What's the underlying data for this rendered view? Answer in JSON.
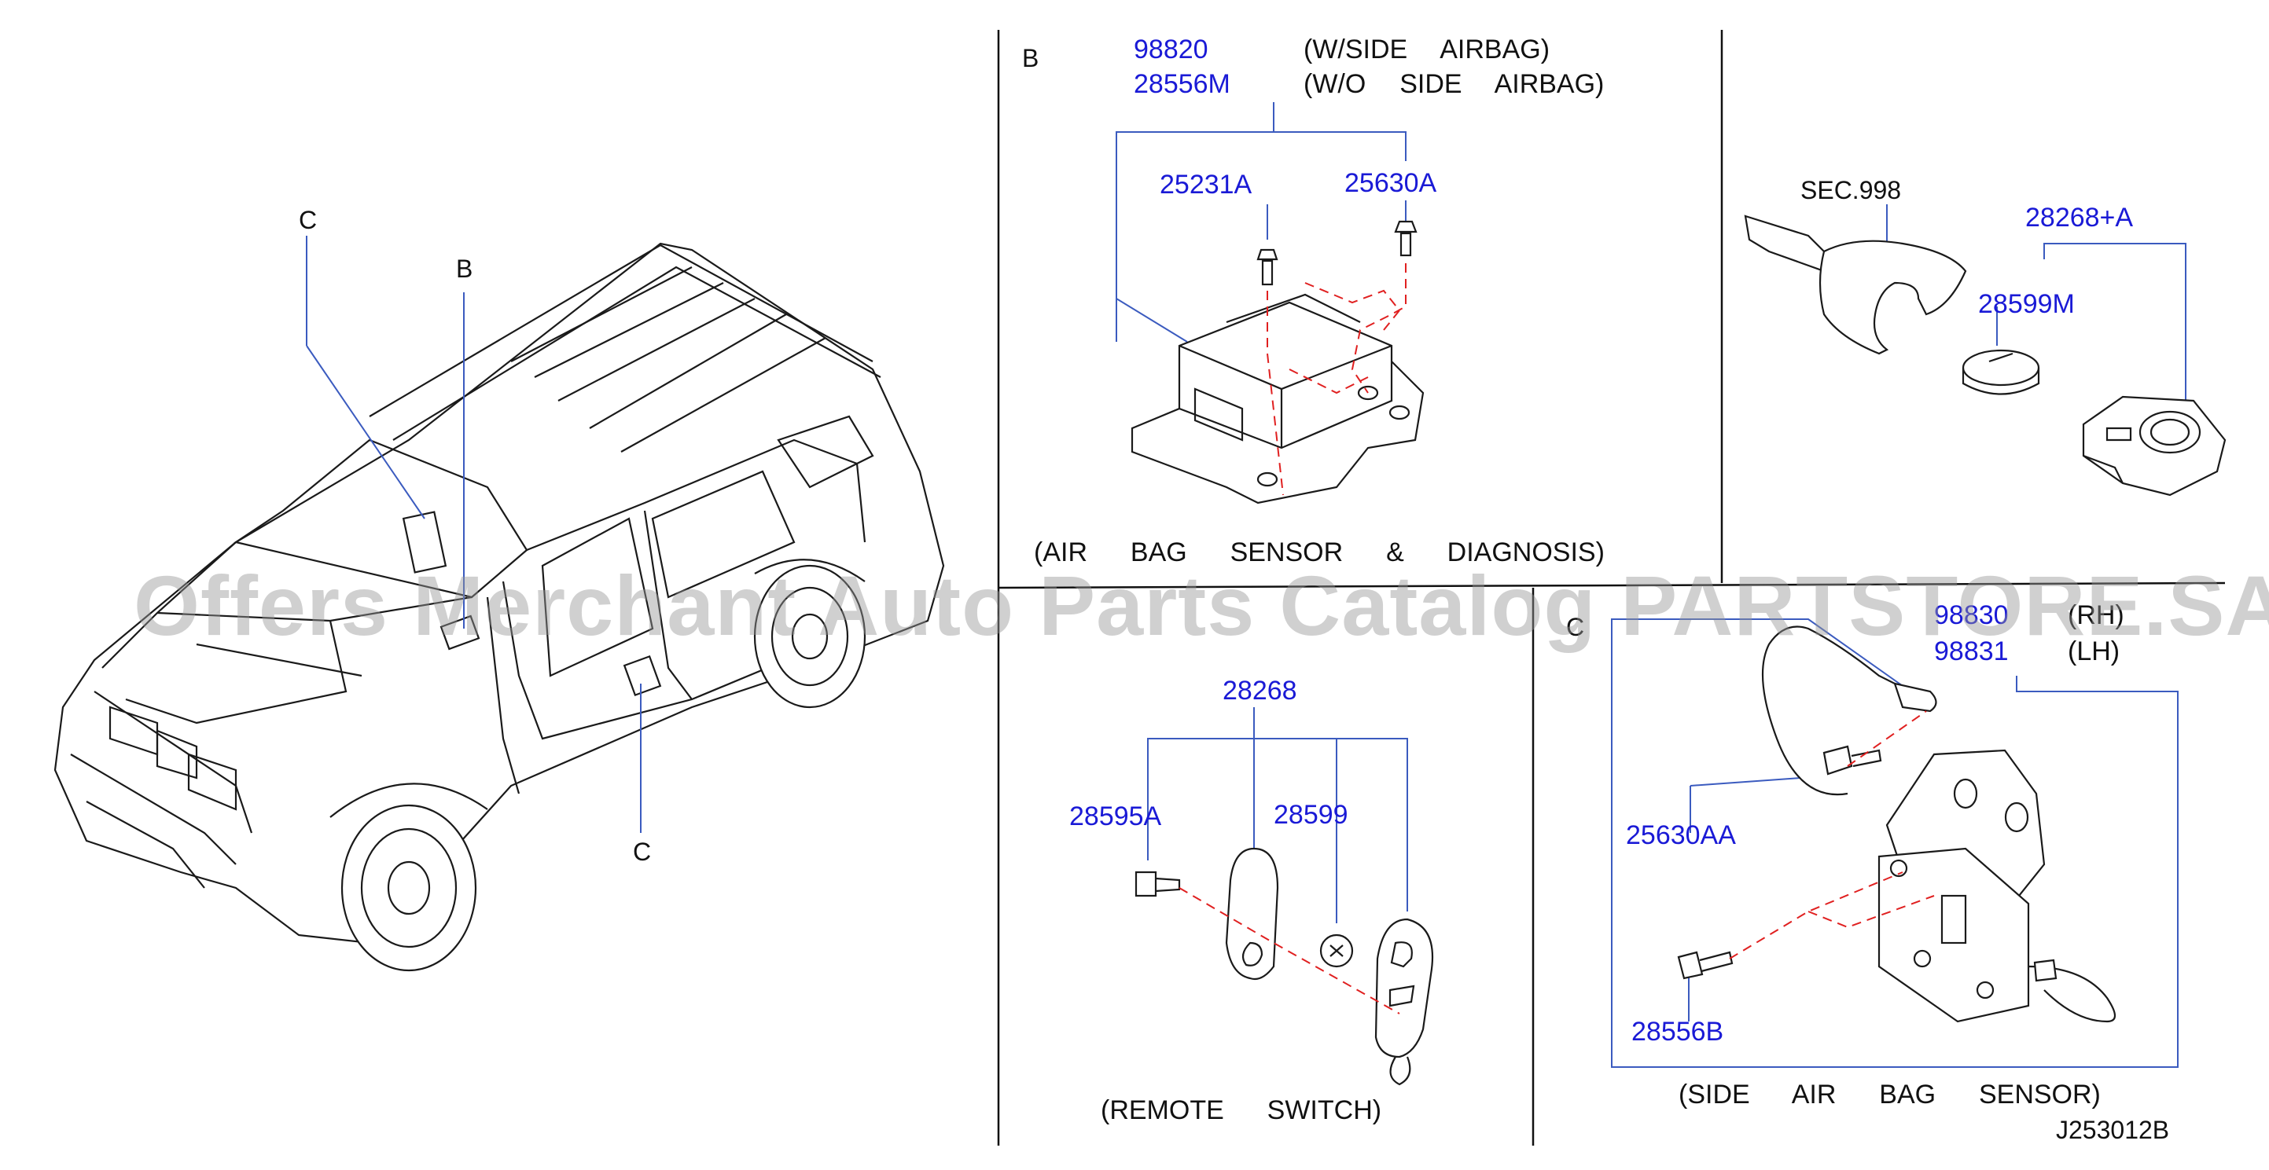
{
  "sections": {
    "b_letter": "B",
    "c_letter": "C",
    "vehicle_c1": "C",
    "vehicle_b": "B",
    "vehicle_c2": "C"
  },
  "section_b": {
    "pn_98820": "98820",
    "note_98820": "(W/SIDE  AIRBAG)",
    "pn_28556m": "28556M",
    "note_28556m": "(W/O  SIDE  AIRBAG)",
    "pn_25231a": "25231A",
    "pn_25630a": "25630A",
    "caption": "(AIR  BAG  SENSOR  &  DIAGNOSIS)"
  },
  "section_key": {
    "sec_ref": "SEC.998",
    "pn_28268a": "28268+A",
    "pn_28599m": "28599M"
  },
  "section_remote": {
    "pn_28268": "28268",
    "pn_28595a": "28595A",
    "pn_28599": "28599",
    "caption": "(REMOTE  SWITCH)"
  },
  "section_c": {
    "pn_98830": "98830",
    "note_rh": "(RH)",
    "pn_98831": "98831",
    "note_lh": "(LH)",
    "pn_25630aa": "25630AA",
    "pn_28556b": "28556B",
    "caption": "(SIDE  AIR  BAG  SENSOR)"
  },
  "diagram_code": "J253012B",
  "watermark": "Offers Merchant Auto Parts Catalog PARTSTORE.SA",
  "colors": {
    "part_number": "#1a1ad6",
    "leader": "#3b5bbf",
    "hidden_line": "#e02020",
    "linework": "#1a1a1a",
    "watermark": "#969696"
  }
}
